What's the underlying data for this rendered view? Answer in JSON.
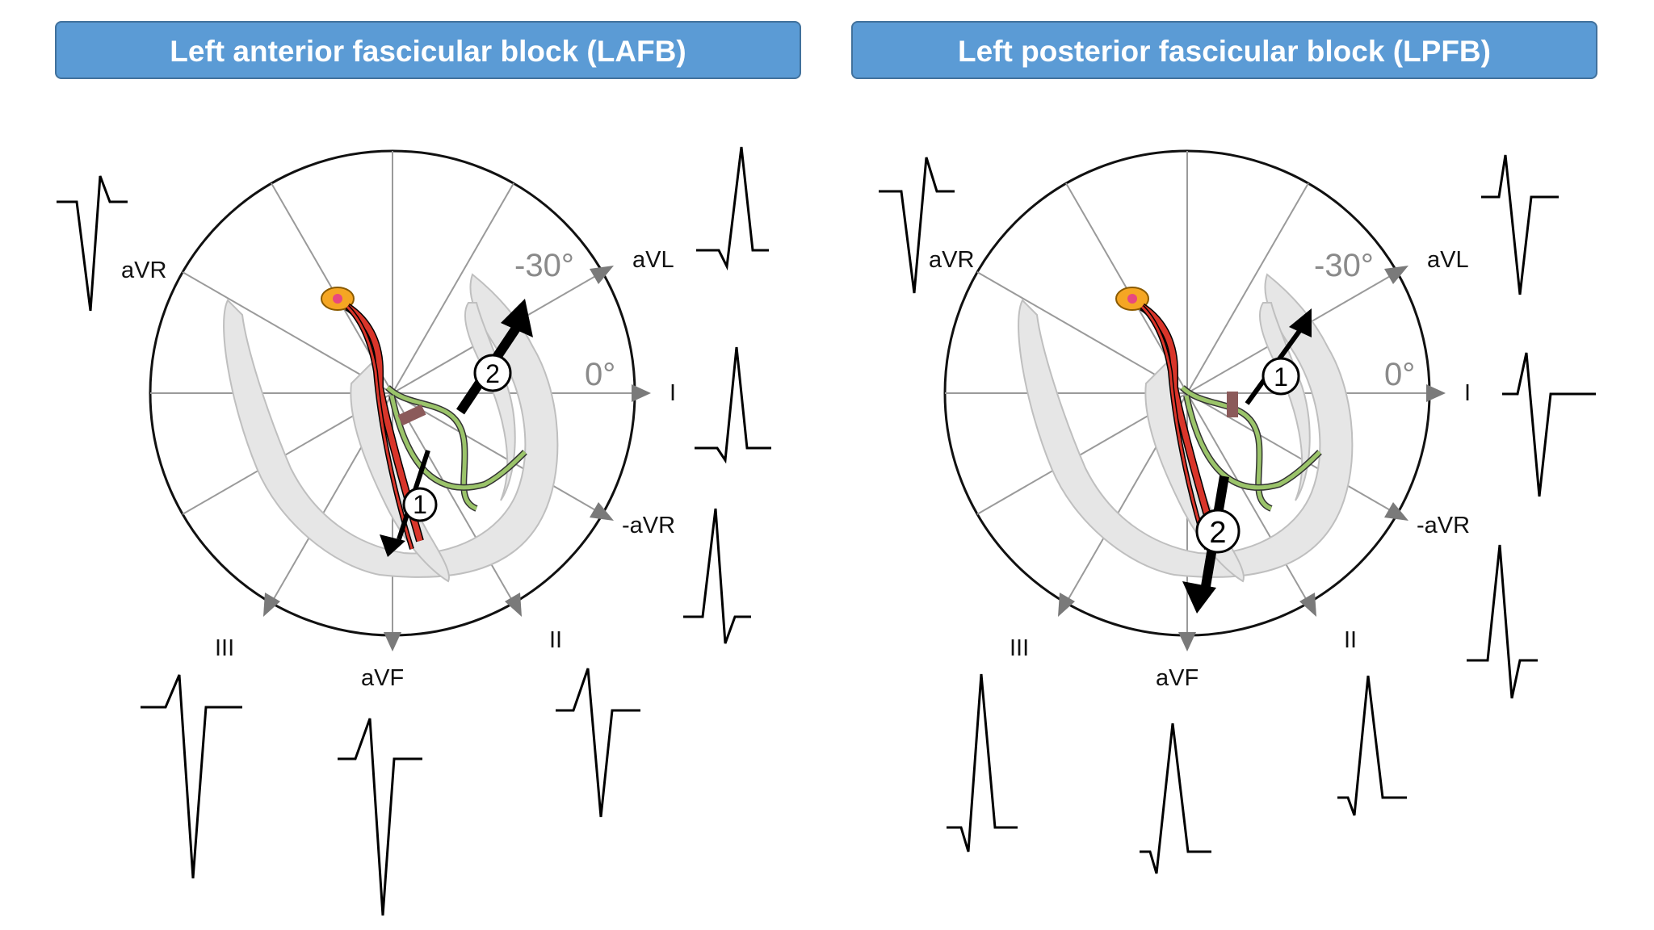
{
  "panels": [
    {
      "id": "lafb",
      "title": "Left anterior fascicular block (LAFB)",
      "degree_labels": [
        "-30°",
        "0°"
      ],
      "lead_labels": [
        "aVR",
        "aVL",
        "I",
        "-aVR",
        "II",
        "aVF",
        "III"
      ],
      "vector_labels": [
        "1",
        "2"
      ]
    },
    {
      "id": "lpfb",
      "title": "Left posterior fascicular block (LPFB)",
      "degree_labels": [
        "-30°",
        "0°"
      ],
      "lead_labels": [
        "aVR",
        "aVL",
        "I",
        "-aVR",
        "II",
        "aVF",
        "III"
      ],
      "vector_labels": [
        "1",
        "2"
      ]
    }
  ],
  "colors": {
    "header_bg": "#5b9bd5",
    "header_border": "#41719c",
    "bundle_red": "#d9352a",
    "fascicle_green": "#9bc46a",
    "block_marker": "#8b5a5a",
    "heart_fill": "#e6e6e6"
  }
}
